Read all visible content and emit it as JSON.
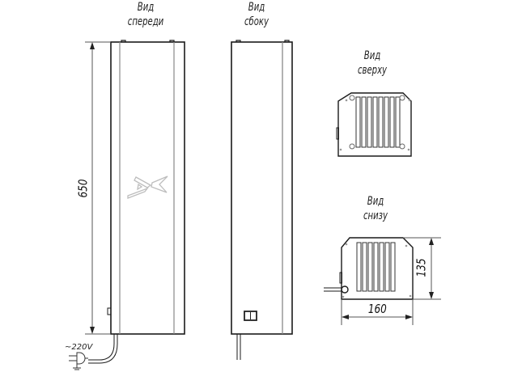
{
  "views": {
    "front": {
      "line1": "Вид",
      "line2": "спереди"
    },
    "side": {
      "line1": "Вид",
      "line2": "сбоку"
    },
    "top": {
      "line1": "Вид",
      "line2": "сверху"
    },
    "bottom": {
      "line1": "Вид",
      "line2": "снизу"
    }
  },
  "dimensions": {
    "height": "650",
    "width": "160",
    "depth": "135"
  },
  "power": {
    "label": "~220V"
  },
  "icons": [
    "logo-x-icon",
    "power-plug-icon",
    "ground-icon",
    "switch-icon"
  ],
  "colors": {
    "line": "#1a1a1a",
    "inner_line": "#888888",
    "logo": "#bdbdbd"
  }
}
